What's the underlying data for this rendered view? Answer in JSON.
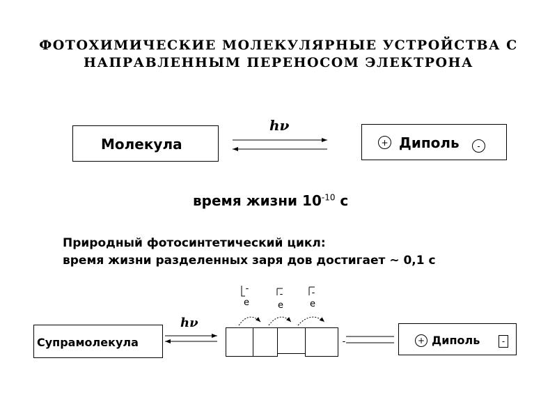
{
  "title": {
    "line1": "ФОТОХИМИЧЕСКИЕ МОЛЕКУЛЯРНЫЕ УСТРОЙСТВА С",
    "line2": "НАПРАВЛЕННЫМ ПЕРЕНОСОМ ЭЛЕКТРОНА"
  },
  "top_scheme": {
    "molecule_label": "Молекула",
    "photon_label": "hν",
    "dipole_label": "Диполь",
    "plus_sign": "+",
    "minus_sign": "-"
  },
  "lifetime": {
    "text": "время  жизни 10",
    "exponent": "-10",
    "unit": " с"
  },
  "natural": {
    "line1": "Природный фотосинтетический цикл:",
    "line2": "время  жизни разделенных заря дов достигает ~ 0,1 с"
  },
  "bottom_scheme": {
    "supramolecule_label": "Супрамолекула",
    "photon_label": "hν",
    "dipole_label": "Диполь",
    "plus_sign": "+",
    "minus_sign": "-",
    "charge_minus": "-",
    "electron_minus": "-",
    "electron_e": "e",
    "electrons": [
      {
        "minus": "-",
        "e": "e"
      },
      {
        "minus": "-",
        "e": "e"
      },
      {
        "minus": "-",
        "e": "e"
      }
    ]
  }
}
